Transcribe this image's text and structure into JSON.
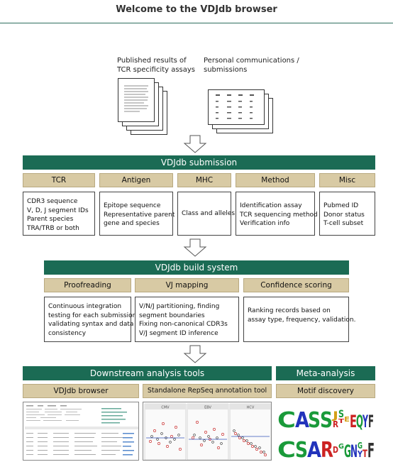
{
  "title": "Welcome to the VDJdb browser",
  "sources": {
    "published": [
      "Published results of",
      "TCR specificity assays"
    ],
    "personal": [
      "Personal communications /",
      "submissions"
    ]
  },
  "submission": {
    "banner": "VDJdb submission",
    "columns": [
      {
        "header": "TCR",
        "lines": [
          "CDR3 sequence",
          "V, D, J segment IDs",
          "Parent species",
          "TRA/TRB or both"
        ]
      },
      {
        "header": "Antigen",
        "lines": [
          "Epitope sequence",
          "Representative parent",
          "gene and species"
        ]
      },
      {
        "header": "MHC",
        "lines": [
          "Class and alleles"
        ]
      },
      {
        "header": "Method",
        "lines": [
          "Identification assay",
          "TCR sequencing method",
          "Verification info"
        ]
      },
      {
        "header": "Misc",
        "lines": [
          "Pubmed ID",
          "Donor status",
          "T-cell subset"
        ]
      }
    ]
  },
  "build": {
    "banner": "VDJdb build system",
    "columns": [
      {
        "header": "Proofreading",
        "lines": [
          "Continuous integration",
          "testing for each submission:",
          "validating syntax and data",
          "consistency"
        ]
      },
      {
        "header": "VJ mapping",
        "lines": [
          "V/N/J partitioning, finding",
          "segment boundaries",
          "Fixing non-canonical CDR3s",
          "V/J segment ID inference"
        ]
      },
      {
        "header": "Confidence scoring",
        "lines": [
          "Ranking records based on",
          "assay type, frequency, validation."
        ]
      }
    ]
  },
  "downstream": {
    "banner": "Downstream analysis tools",
    "tools": [
      "VDJdb browser",
      "Standalone RepSeq annotation tool"
    ]
  },
  "meta": {
    "banner": "Meta-analysis",
    "tool": "Motif discovery",
    "logo_top": "CASSJRSTEQYF",
    "logo_bottom": "CSARDGGNGYTF"
  },
  "plot_panel_labels": [
    "CMV",
    "EBV",
    "HCV"
  ],
  "colors": {
    "banner": "#1b6b54",
    "header": "#d8caa4",
    "logo_green": "#1a9a3a",
    "logo_blue": "#2233bb",
    "logo_red": "#cc2222",
    "logo_gold": "#d4a017"
  }
}
